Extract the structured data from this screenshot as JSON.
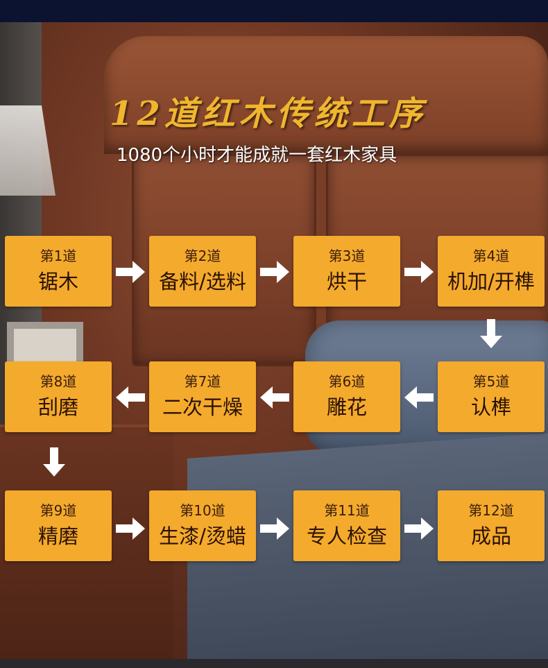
{
  "title": "12道红木传统工序",
  "subtitle": "1080个小时才能成就一套红木家具",
  "colors": {
    "box": "#f4aa2c",
    "title": "#f0b62e",
    "arrow": "#ffffff"
  },
  "steps": [
    {
      "num": "第1道",
      "name": "锯木"
    },
    {
      "num": "第2道",
      "name": "备料/选料"
    },
    {
      "num": "第3道",
      "name": "烘干"
    },
    {
      "num": "第4道",
      "name": "机加/开榫"
    },
    {
      "num": "第5道",
      "name": "认榫"
    },
    {
      "num": "第6道",
      "name": "雕花"
    },
    {
      "num": "第7道",
      "name": "二次干燥"
    },
    {
      "num": "第8道",
      "name": "刮磨"
    },
    {
      "num": "第9道",
      "name": "精磨"
    },
    {
      "num": "第10道",
      "name": "生漆/烫蜡"
    },
    {
      "num": "第11道",
      "name": "专人检查"
    },
    {
      "num": "第12道",
      "name": "成品"
    }
  ]
}
